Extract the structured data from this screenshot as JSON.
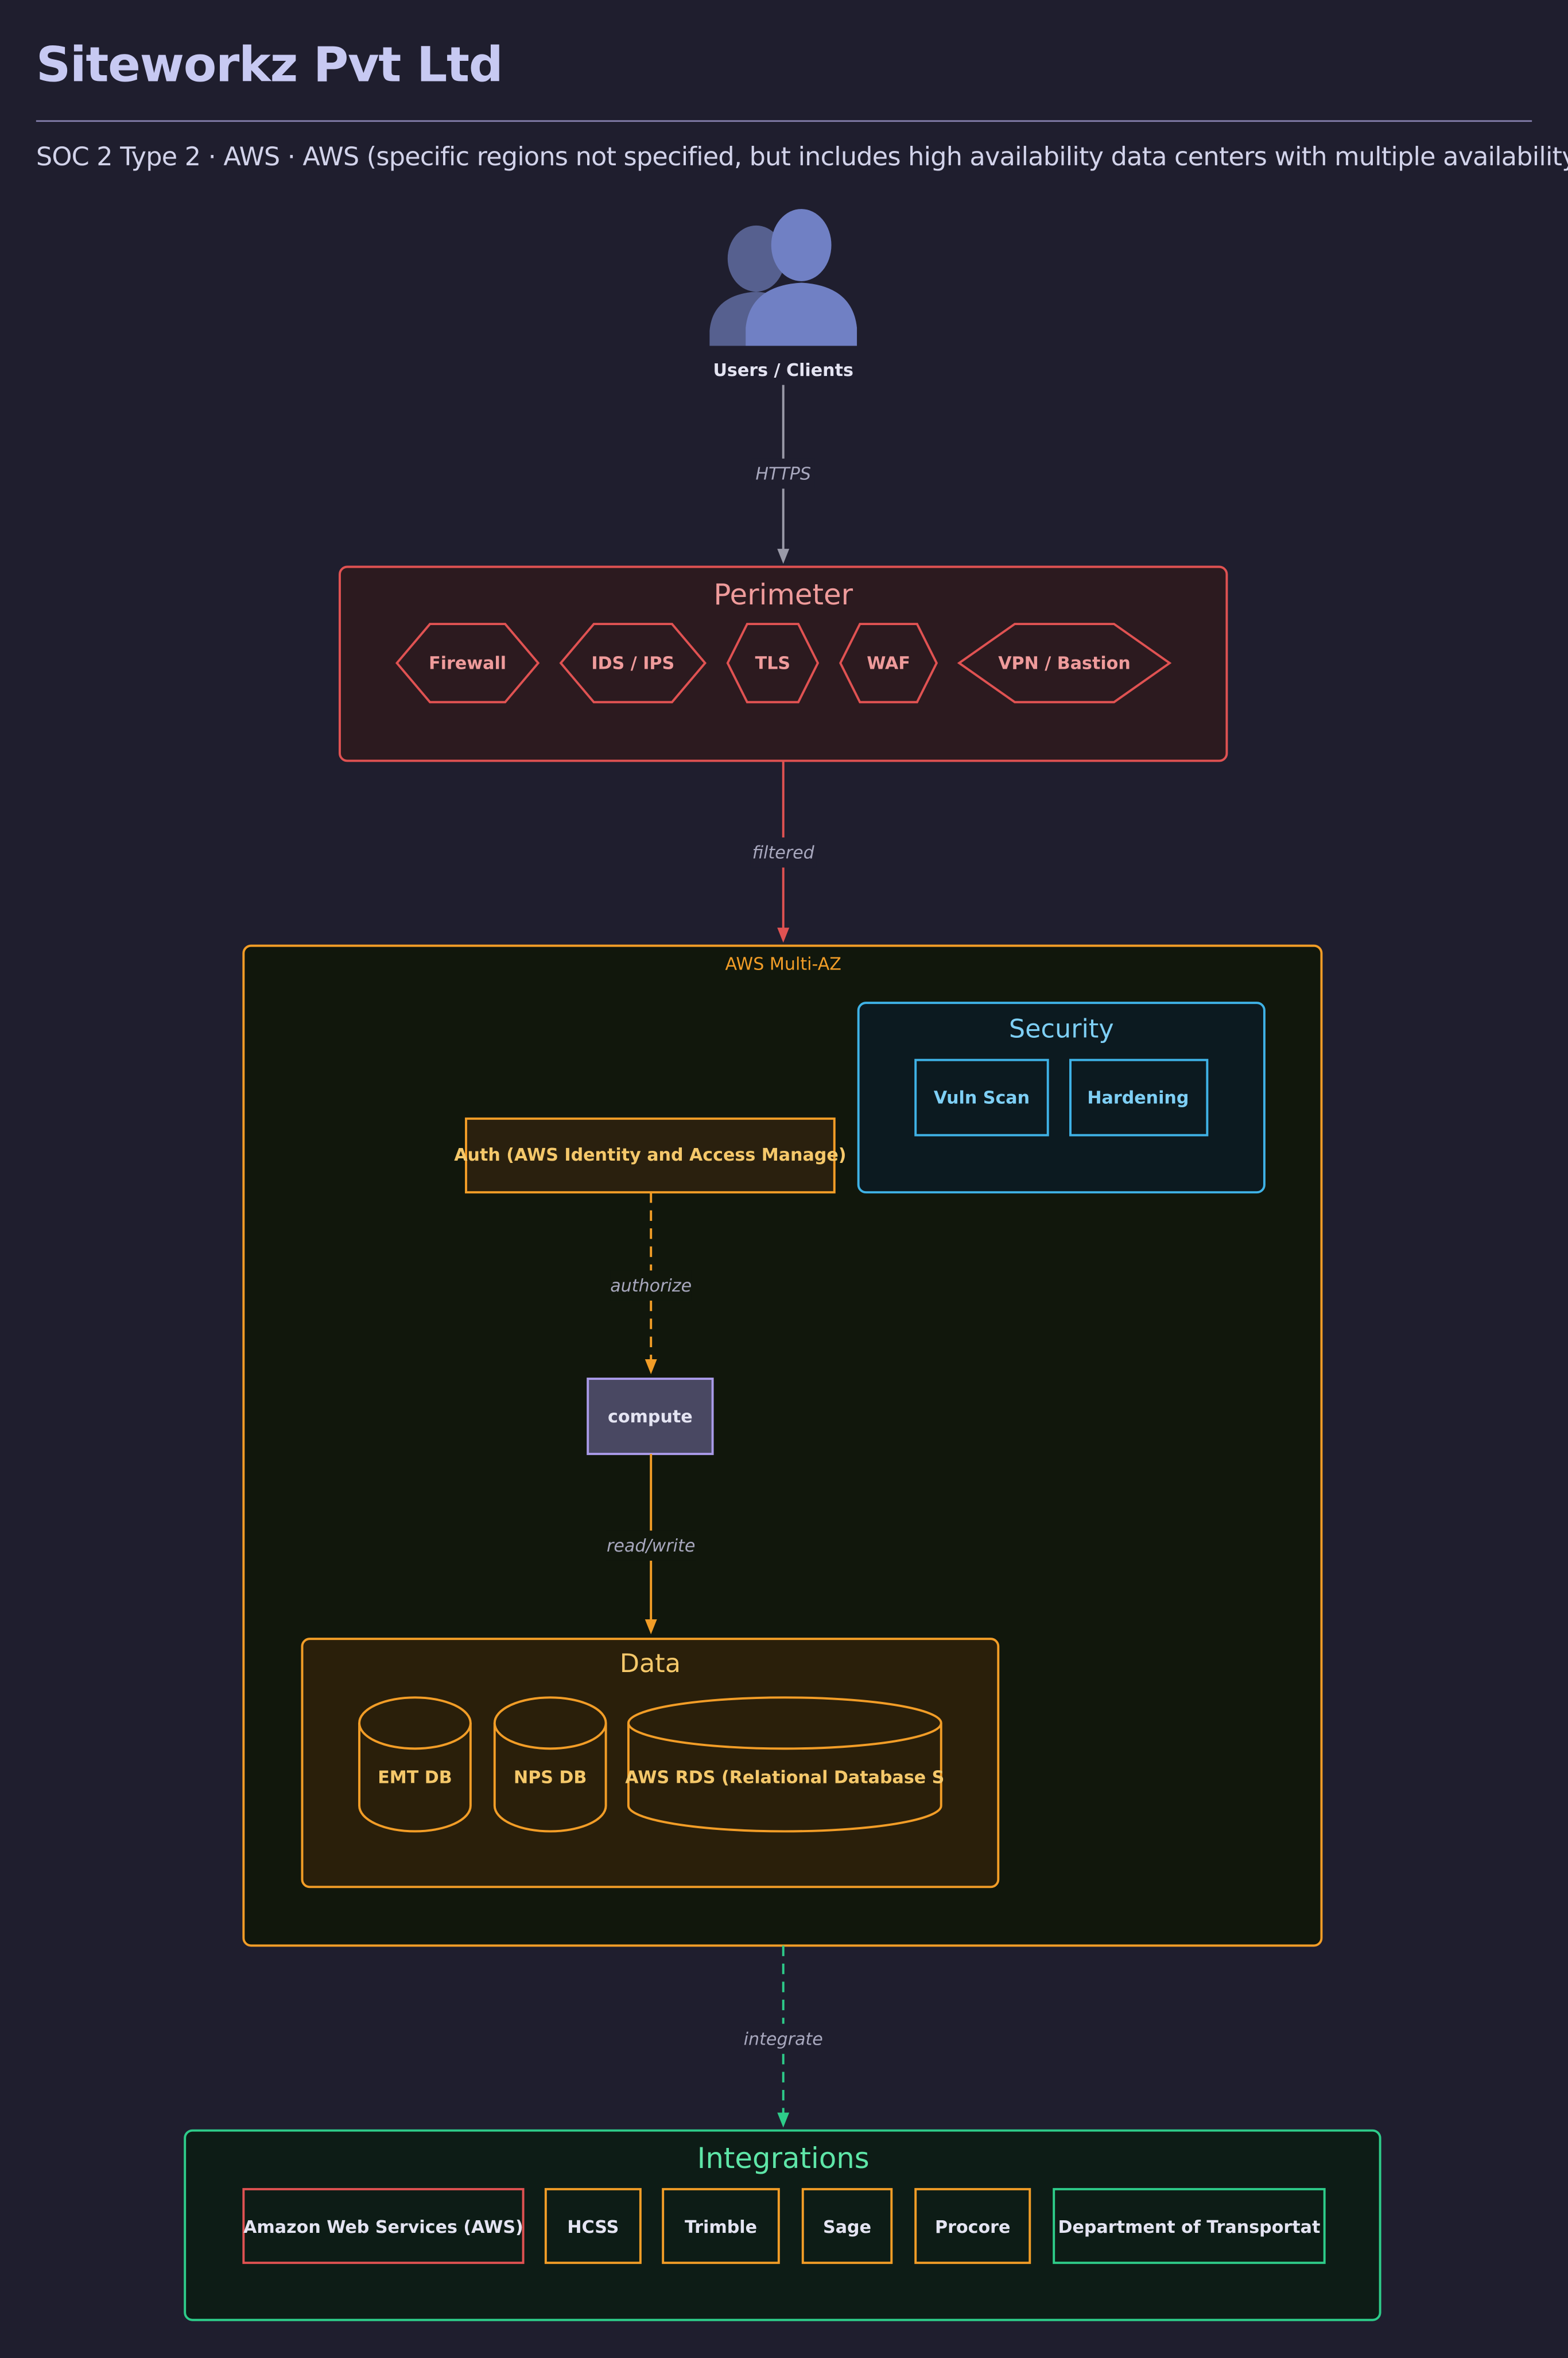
{
  "header": {
    "title": "Siteworkz Pvt Ltd",
    "subtitle": "SOC 2 Type 2 · AWS · AWS (specific regions not specified, but includes high availability data centers with multiple availability"
  },
  "users": {
    "label": "Users / Clients"
  },
  "edges": {
    "https": "HTTPS",
    "filtered": "filtered",
    "authorize": "authorize",
    "read_write": "read/write",
    "integrate": "integrate"
  },
  "perimeter": {
    "title": "Perimeter",
    "items": [
      "Firewall",
      "IDS / IPS",
      "TLS",
      "WAF",
      "VPN / Bastion"
    ]
  },
  "aws": {
    "label": "AWS Multi-AZ",
    "security": {
      "title": "Security",
      "items": [
        "Vuln Scan",
        "Hardening"
      ]
    },
    "auth": {
      "label": "Auth (AWS Identity and Access Manage)"
    },
    "compute": {
      "label": "compute"
    },
    "data": {
      "title": "Data",
      "items": [
        "EMT DB",
        "NPS DB",
        "AWS RDS (Relational Database S"
      ]
    }
  },
  "integrations": {
    "title": "Integrations",
    "items": [
      "Amazon Web Services (AWS)",
      "HCSS",
      "Trimble",
      "Sage",
      "Procore",
      "Department of Transportat"
    ]
  },
  "colors": {
    "background": "#1f1e2e",
    "perimeter": "#e05252",
    "aws": "#f29d27",
    "security": "#3fb2e6",
    "integrations": "#2ecc8a",
    "compute": "#a99ae8",
    "users_icon": "#7080c4"
  },
  "icons": {
    "users": "users-group-icon",
    "perimeter_items": "hexagon-shape",
    "data_items": "database-cylinder-icon"
  }
}
